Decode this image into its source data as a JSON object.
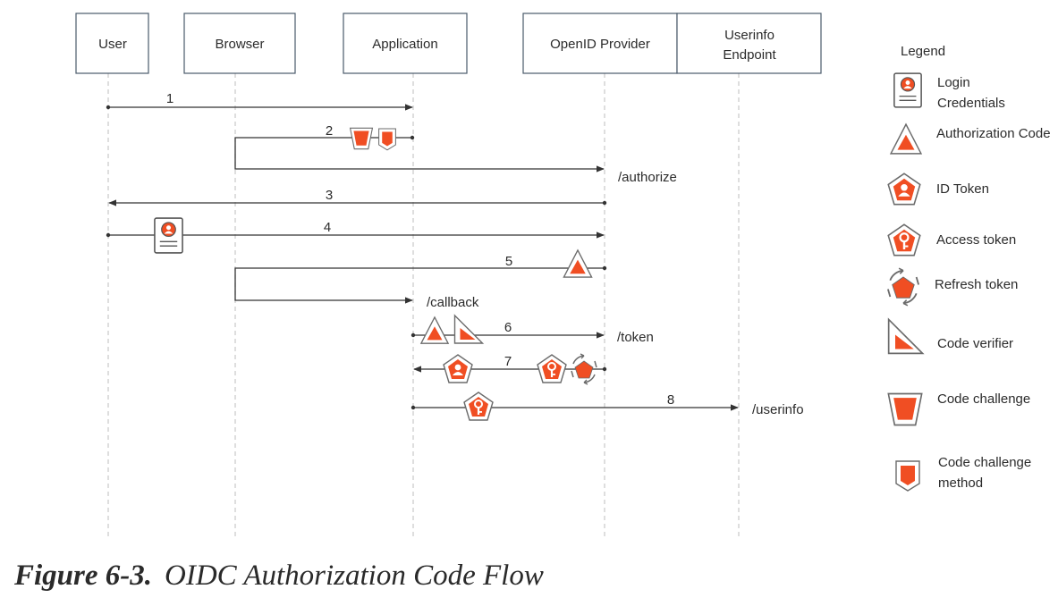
{
  "colors": {
    "token": "#f04e23",
    "line": "#333333",
    "lifeline": "#c8c8c8",
    "icon_border": "#6b6b6b"
  },
  "participants": {
    "user": "User",
    "browser": "Browser",
    "application": "Application",
    "openid_provider": "OpenID Provider",
    "userinfo_line1": "Userinfo",
    "userinfo_line2": "Endpoint"
  },
  "messages": {
    "m1": "1",
    "m2": "2",
    "m2_endpoint": "/authorize",
    "m3": "3",
    "m4": "4",
    "m5": "5",
    "m5_endpoint": "/callback",
    "m6": "6",
    "m6_endpoint": "/token",
    "m7": "7",
    "m8": "8",
    "m8_endpoint": "/userinfo"
  },
  "legend": {
    "title": "Legend",
    "login_credentials_line1": "Login",
    "login_credentials_line2": "Credentials",
    "authorization_code": "Authorization Code",
    "id_token": "ID  Token",
    "access_token": "Access token",
    "refresh_token": "Refresh token",
    "code_verifier": "Code verifier",
    "code_challenge": "Code challenge",
    "code_challenge_method_line1": "Code challenge",
    "code_challenge_method_line2": "method"
  },
  "caption": {
    "number": "Figure 6-3.",
    "title": "OIDC Authorization Code Flow"
  }
}
